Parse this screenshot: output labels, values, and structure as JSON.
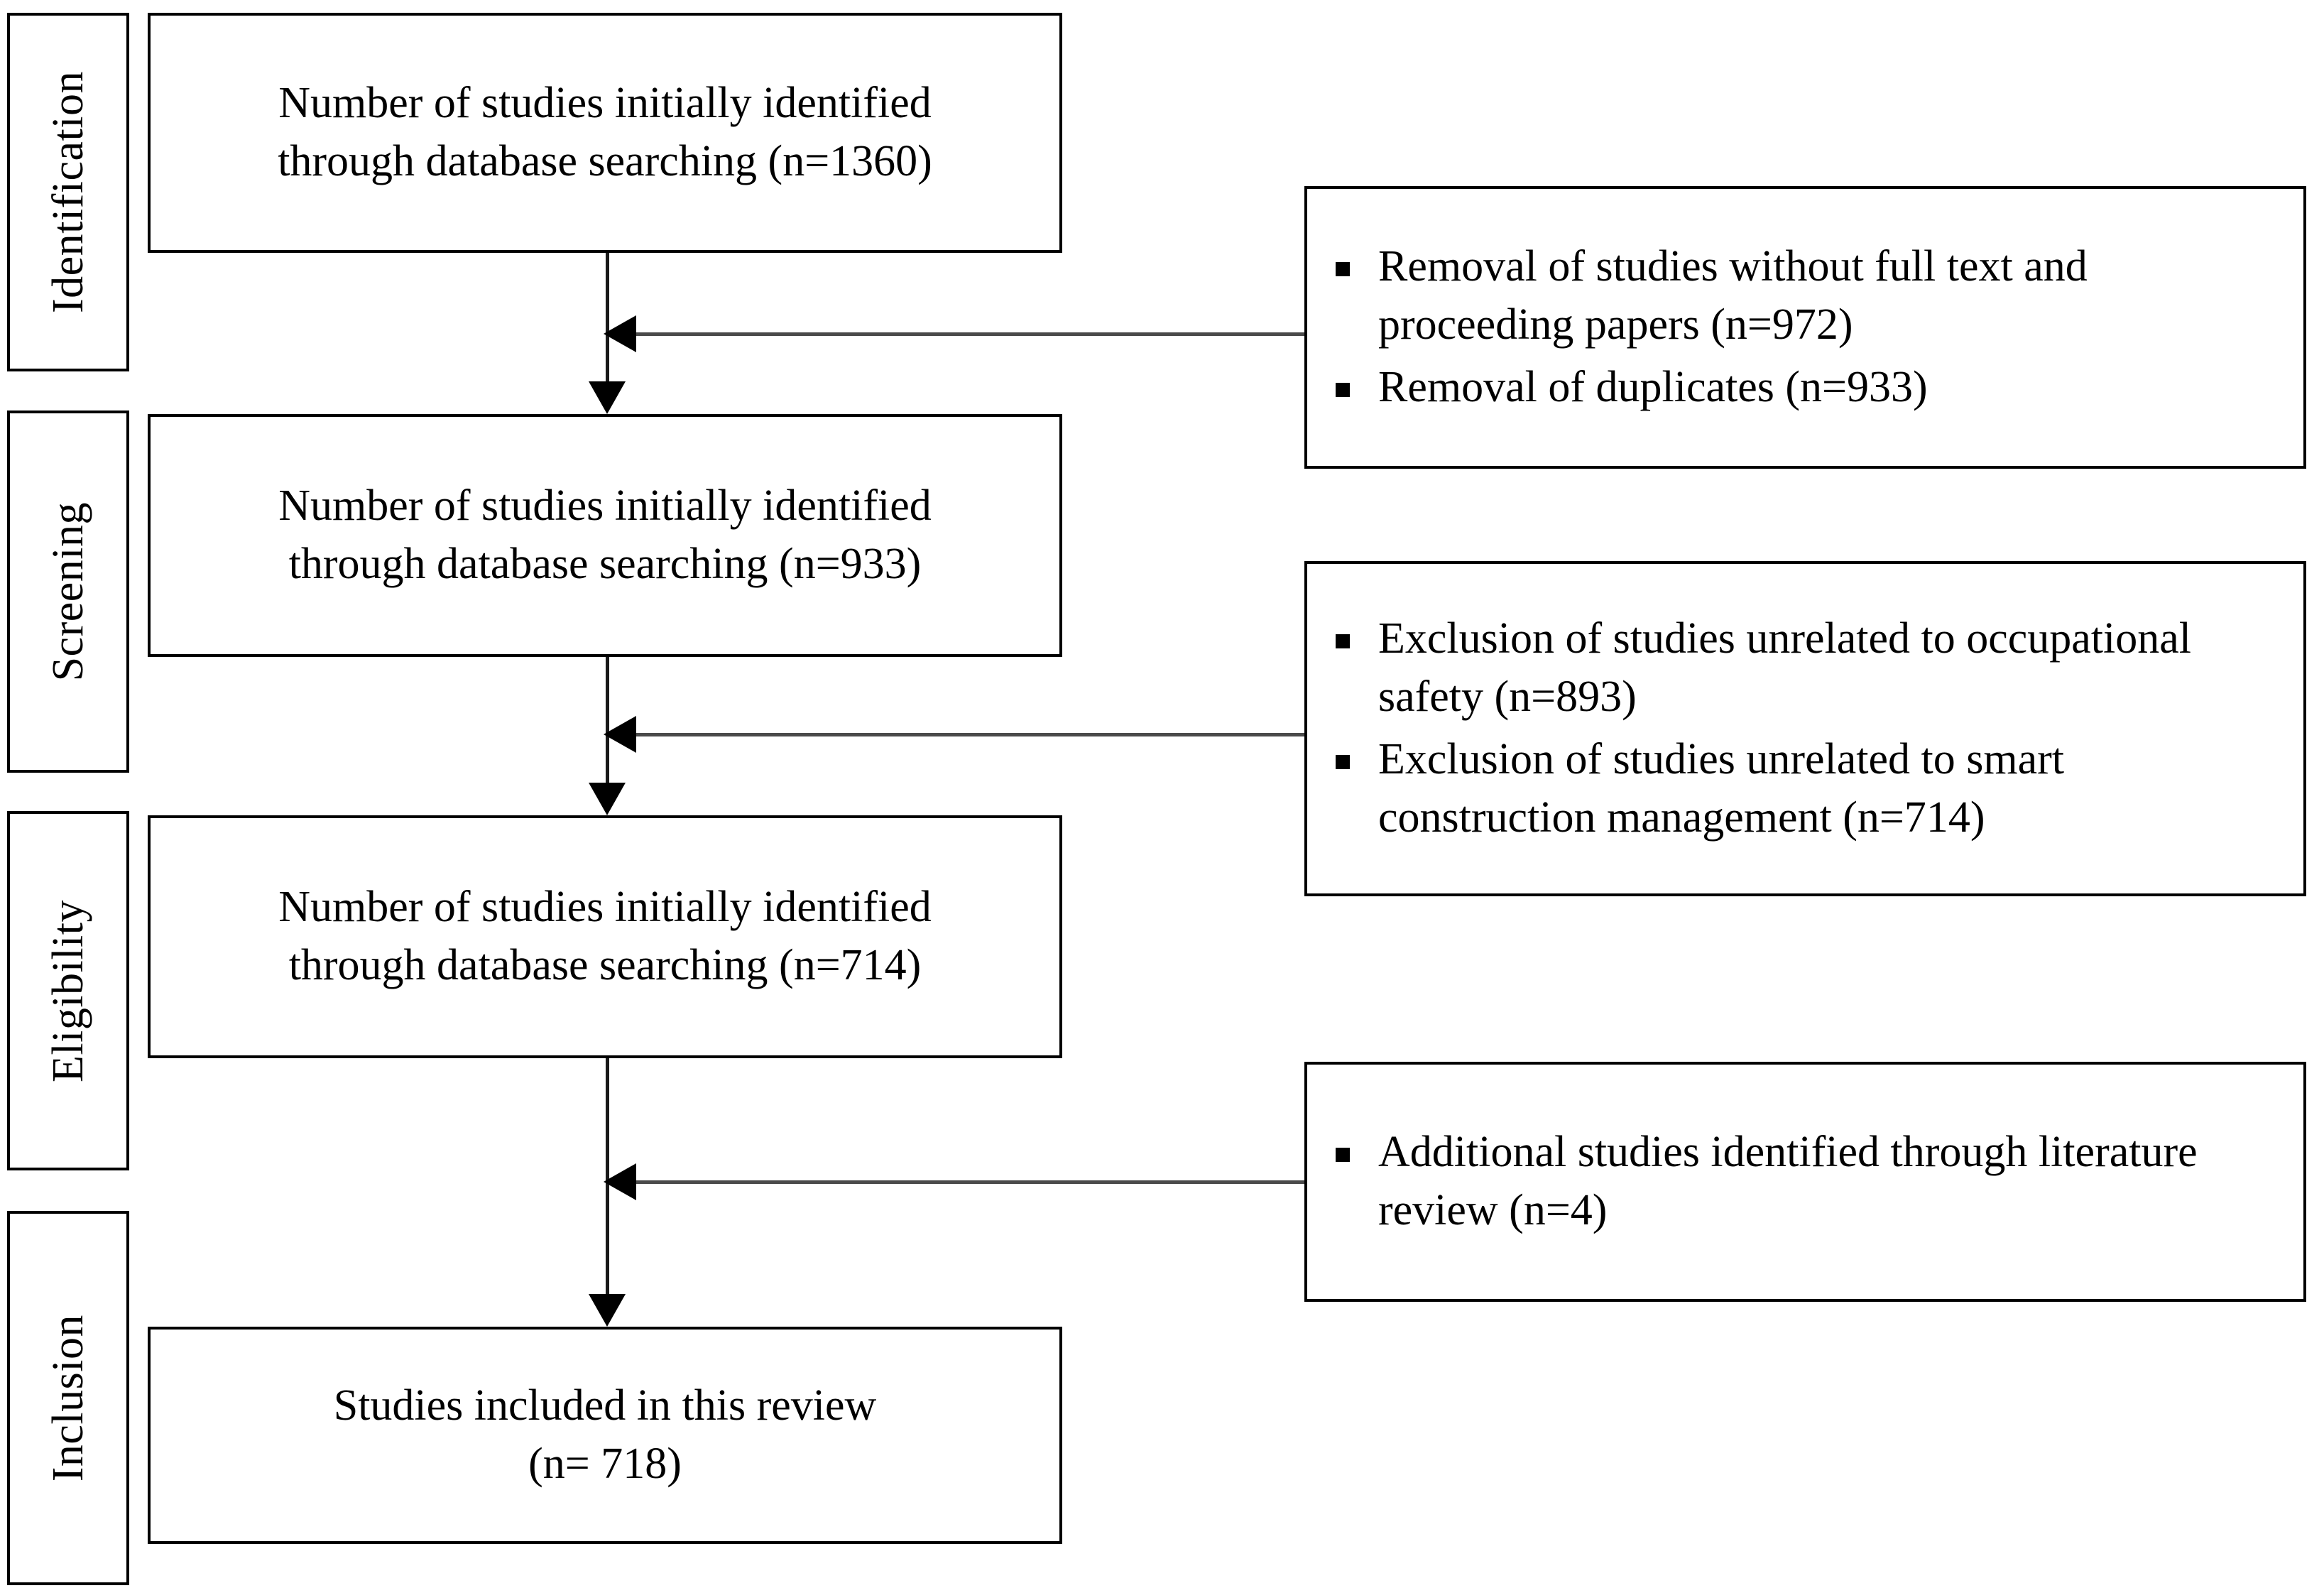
{
  "diagram": {
    "type": "prisma-flow-diagram",
    "stages": [
      {
        "id": "identification",
        "label": "Identification"
      },
      {
        "id": "screening",
        "label": "Screening"
      },
      {
        "id": "eligibility",
        "label": "Eligibility"
      },
      {
        "id": "inclusion",
        "label": "Inclusion"
      }
    ],
    "flow_boxes": [
      {
        "id": "identified-records",
        "line1": "Number of studies initially identified",
        "line2": "through database searching (n=1360)",
        "n": 1360
      },
      {
        "id": "screened-records",
        "line1": "Number of studies initially identified",
        "line2": "through database searching (n=933)",
        "n": 933
      },
      {
        "id": "eligible-records",
        "line1": "Number of studies initially identified",
        "line2": "through database searching (n=714)",
        "n": 714
      },
      {
        "id": "included-records",
        "line1": "Studies included in this review",
        "line2": "(n= 718)",
        "n": 718
      }
    ],
    "side_boxes": [
      {
        "id": "removal-box",
        "items": [
          "Removal of studies without full text and proceeding papers (n=972)",
          "Removal of duplicates (n=933)"
        ]
      },
      {
        "id": "exclusion-box",
        "items": [
          "Exclusion of studies unrelated to occupational safety (n=893)",
          "Exclusion of studies unrelated to smart construction management (n=714)"
        ]
      },
      {
        "id": "additional-box",
        "items": [
          " Additional studies identified through literature review (n=4)"
        ]
      }
    ],
    "colors": {
      "background": "#ffffff",
      "border": "#000000",
      "text": "#000000",
      "connector": "#1a1a1a",
      "connector_light": "#4a4a4a"
    }
  }
}
